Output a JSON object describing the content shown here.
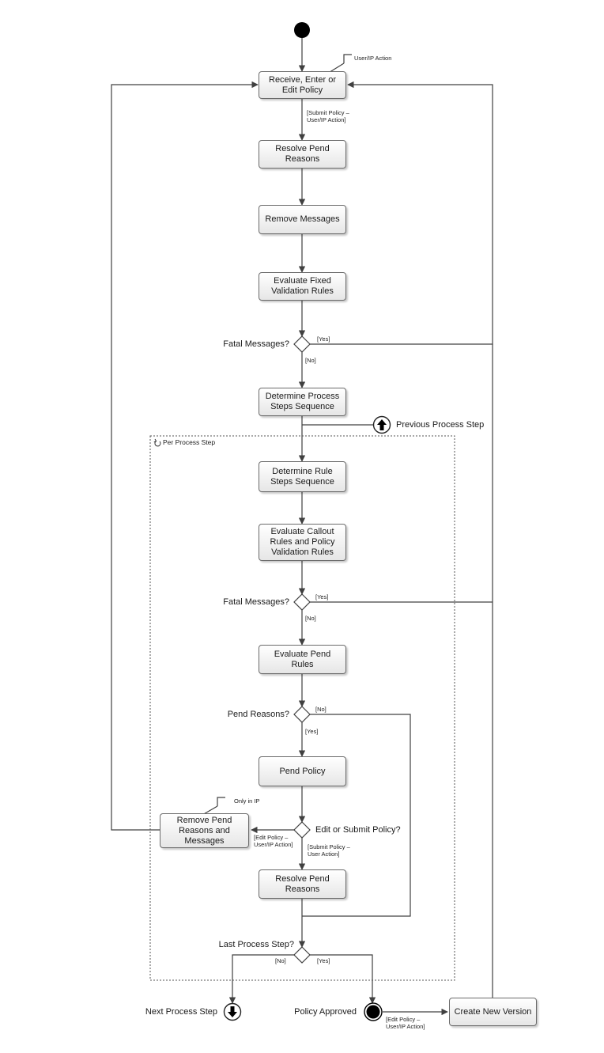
{
  "nodes": {
    "receive": "Receive, Enter or Edit Policy",
    "resolve_pend_1": "Resolve Pend Reasons",
    "remove_messages": "Remove Messages",
    "evaluate_fixed": "Evaluate Fixed Validation Rules",
    "determine_process": "Determine Process Steps Sequence",
    "determine_rule": "Determine Rule Steps Sequence",
    "evaluate_callout": "Evaluate Callout Rules and Policy Validation Rules",
    "evaluate_pend": "Evaluate Pend Rules",
    "pend_policy": "Pend Policy",
    "remove_pend": "Remove Pend Reasons and Messages",
    "resolve_pend_2": "Resolve Pend Reasons",
    "create_new_version": "Create New Version"
  },
  "decisions": {
    "fatal_1": "Fatal Messages?",
    "fatal_2": "Fatal Messages?",
    "pend_reasons": "Pend Reasons?",
    "edit_or_submit": "Edit or Submit Policy?",
    "last_step": "Last Process Step?"
  },
  "guards": {
    "submit_policy_1": "[Submit Policy – User/IP Action]",
    "yes_1": "[Yes]",
    "no_1": "[No]",
    "yes_2": "[Yes]",
    "no_2": "[No]",
    "no_pend": "[No]",
    "yes_pend": "[Yes]",
    "edit_policy_1": "[Edit Policy – User/IP Action]",
    "submit_policy_2": "[Submit Policy – User Action]",
    "no_last": "[No]",
    "yes_last": "[Yes]",
    "edit_policy_2": "[Edit Policy – User/IP Action]"
  },
  "notes": {
    "user_ip_action": "User/IP Action",
    "only_in_ip": "Only in IP"
  },
  "loop": {
    "title": "Per Process Step"
  },
  "endpoints": {
    "previous_process_step": "Previous Process Step",
    "next_process_step": "Next Process Step",
    "policy_approved": "Policy Approved"
  },
  "colors": {
    "line": "#404040",
    "box_border": "#6b6b6b",
    "box_fill_top": "#ffffff",
    "box_fill_bottom": "#e6e6e6"
  }
}
